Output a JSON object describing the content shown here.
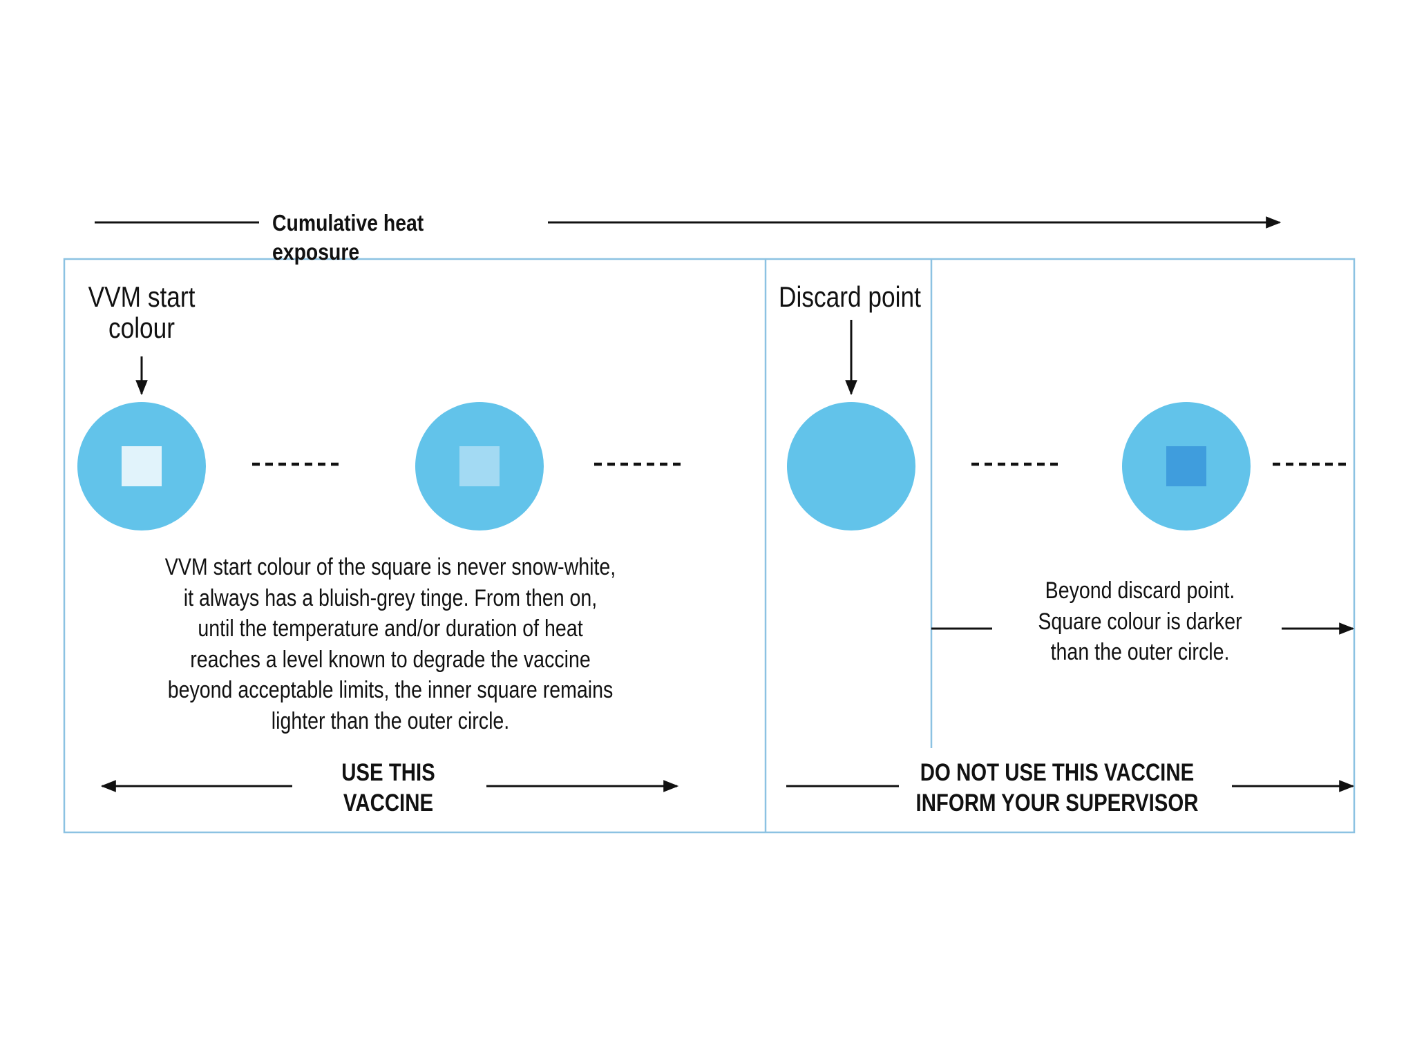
{
  "heading": "Cumulative heat exposure",
  "start_label": "VVM start\ncolour",
  "discard_label": "Discard point",
  "start_description": "VVM start colour of the square is never snow-white,\nit always has a bluish-grey tinge. From then on,\nuntil the temperature and/or duration of heat\nreaches a level known to degrade the vaccine\nbeyond acceptable limits, the inner square remains\nlighter than the outer circle.",
  "beyond_description": "Beyond discard point.\nSquare colour is darker\nthan the outer circle.",
  "use_action": "USE THIS\nVACCINE",
  "discard_action": "DO NOT USE  THIS VACCINE\nINFORM YOUR SUPERVISOR",
  "vvm_stages": [
    {
      "name": "start",
      "square": "light"
    },
    {
      "name": "intermediate",
      "square": "slightly darker"
    },
    {
      "name": "discard point",
      "square": "same as circle"
    },
    {
      "name": "beyond discard point",
      "square": "darker"
    }
  ],
  "colors": {
    "circle": "#62c3ea",
    "square_start": "#e1f3fb",
    "square_intermediate": "#a3daf3",
    "square_beyond": "#3f9ddd",
    "frame": "#8cc2e2",
    "ink": "#111111"
  }
}
